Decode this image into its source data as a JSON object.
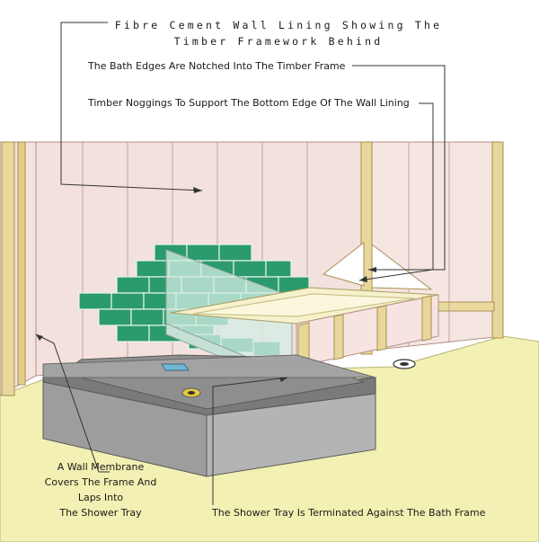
{
  "labels": {
    "title_line1": "Fibre Cement Wall Lining Showing The",
    "title_line2": "Timber Framework Behind",
    "bath_edges": "The Bath Edges Are Notched Into The Timber Frame",
    "noggings": "Timber Noggings To Support The Bottom Edge Of The Wall Lining",
    "membrane_line1": "A Wall Membrane",
    "membrane_line2": "Covers The Frame And",
    "membrane_line3": "Laps Into",
    "membrane_line4": "The Shower Tray",
    "shower_tray": "The Shower Tray Is Terminated Against The Bath Frame"
  },
  "colors": {
    "wall_lining": "#f3e1de",
    "timber": "#e8d79a",
    "floor": "#f2f0b2",
    "tiles": "#2b9a6c",
    "tray": "#8e8e8e",
    "bath": "#f6f1cc",
    "glass": "#d6ece4"
  }
}
